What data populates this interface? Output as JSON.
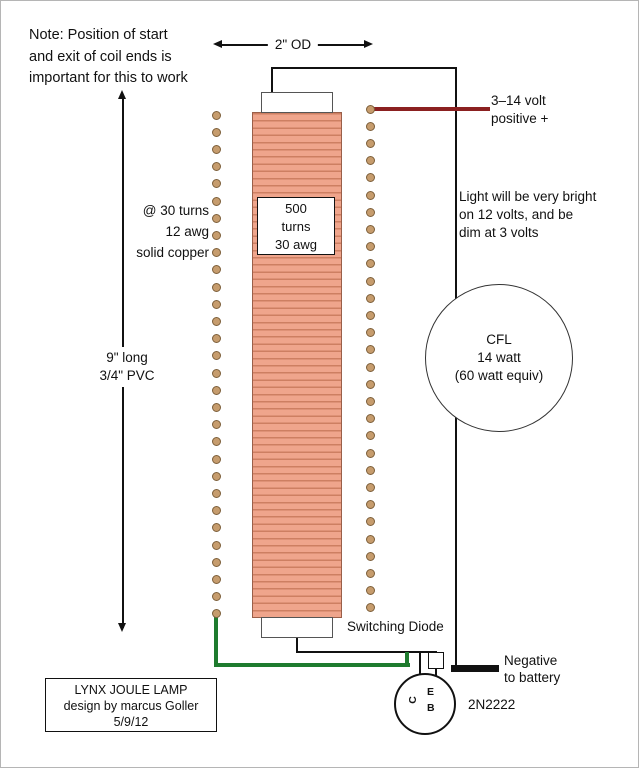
{
  "colors": {
    "wire_black": "#111111",
    "wire_red": "#8b2020",
    "wire_green": "#1e7b2e",
    "coil_fill": "#efa58c",
    "coil_stripe": "#cd7f62",
    "dot_fill": "#c69c6d",
    "dot_border": "#7d5f3a"
  },
  "note": {
    "lines": [
      "Note:  Position of start",
      "and exit of coil ends is",
      "important for this to work"
    ]
  },
  "dimensions": {
    "outer_diameter": "2\" OD",
    "length": [
      "9\" long",
      "3/4\" PVC"
    ]
  },
  "coil": {
    "turns_per_side": 30,
    "center_label": [
      "500",
      "turns",
      "30 awg"
    ],
    "winding_label": [
      "@ 30 turns",
      "12 awg",
      "solid copper"
    ]
  },
  "power": {
    "positive": [
      "3–14 volt",
      "positive +"
    ],
    "negative": [
      "Negative",
      "to battery"
    ],
    "brightness_note": [
      "Light will be very bright",
      "on 12 volts, and be",
      "dim at 3 volts"
    ]
  },
  "lamp": {
    "label": [
      "CFL",
      "14 watt",
      "(60 watt equiv)"
    ]
  },
  "diode": {
    "label": "Switching Diode"
  },
  "transistor": {
    "part": "2N2222",
    "pins": {
      "e": "E",
      "b": "B",
      "c": "C"
    }
  },
  "title_block": {
    "lines": [
      "LYNX JOULE LAMP",
      "design by marcus Goller",
      "5/9/12"
    ]
  }
}
